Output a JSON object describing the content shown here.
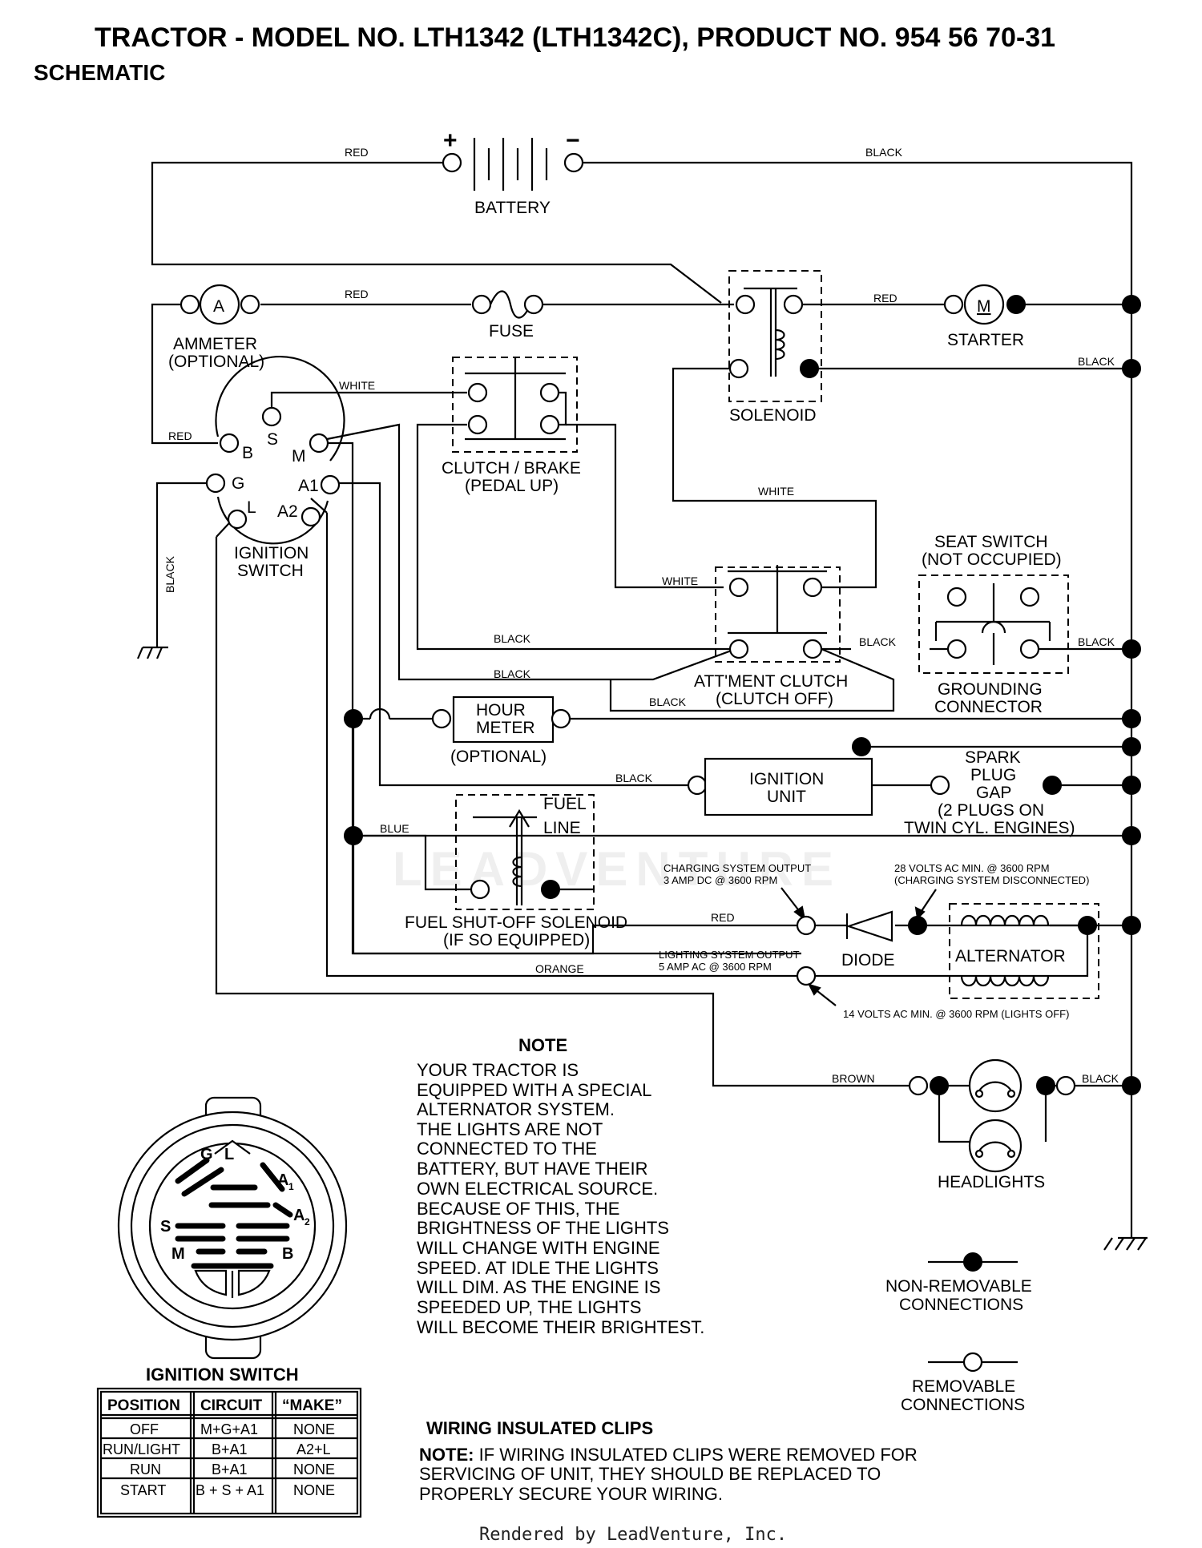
{
  "header": {
    "title": "TRACTOR - MODEL NO. LTH1342 (LTH1342C), PRODUCT NO. 954 56 70-31",
    "subtitle": "SCHEMATIC"
  },
  "battery": {
    "label": "BATTERY",
    "plus": "+",
    "minus": "−"
  },
  "wires": {
    "red": "RED",
    "black": "BLACK",
    "white": "WHITE",
    "blue": "BLUE",
    "orange": "ORANGE",
    "brown": "BROWN"
  },
  "components": {
    "ammeter": {
      "symbol": "A",
      "line1": "AMMETER",
      "line2": "(OPTIONAL)"
    },
    "fuse": "FUSE",
    "solenoid": "SOLENOID",
    "starter": {
      "symbol": "M",
      "label": "STARTER"
    },
    "ignition_switch": {
      "line1": "IGNITION",
      "line2": "SWITCH",
      "terminals": {
        "s": "S",
        "b": "B",
        "m": "M",
        "g": "G",
        "a1": "A1",
        "l": "L",
        "a2": "A2"
      }
    },
    "clutch_brake": {
      "line1": "CLUTCH / BRAKE",
      "line2": "(PEDAL UP)"
    },
    "seat_switch": {
      "line1": "SEAT SWITCH",
      "line2": "(NOT OCCUPIED)"
    },
    "attment_clutch": {
      "line1": "ATT'MENT CLUTCH",
      "line2": "(CLUTCH OFF)"
    },
    "grounding_connector": {
      "line1": "GROUNDING",
      "line2": "CONNECTOR"
    },
    "hour_meter": {
      "line1": "HOUR",
      "line2": "METER",
      "note": "(OPTIONAL)"
    },
    "ignition_unit": {
      "line1": "IGNITION",
      "line2": "UNIT"
    },
    "spark_plug": {
      "line1": "SPARK",
      "line2": "PLUG",
      "line3": "GAP",
      "line4": "(2 PLUGS ON",
      "line5": "TWIN CYL. ENGINES)"
    },
    "fuel_line": {
      "line1": "FUEL",
      "line2": "LINE"
    },
    "fuel_solenoid": {
      "line1": "FUEL SHUT-OFF SOLENOID",
      "line2": "(IF SO EQUIPPED)"
    },
    "charging_output": {
      "line1": "CHARGING SYSTEM OUTPUT",
      "line2": "3 AMP DC @ 3600 RPM"
    },
    "volts28": {
      "line1": "28 VOLTS AC MIN. @ 3600 RPM",
      "line2": "(CHARGING SYSTEM DISCONNECTED)"
    },
    "diode": "DIODE",
    "alternator": "ALTERNATOR",
    "lighting_output": {
      "line1": "LIGHTING SYSTEM OUTPUT",
      "line2": "5 AMP AC @ 3600 RPM"
    },
    "volts14": "14 VOLTS AC MIN. @ 3600 RPM (LIGHTS OFF)",
    "headlights": "HEADLIGHTS"
  },
  "note": {
    "heading": "NOTE",
    "lines": [
      "YOUR TRACTOR IS",
      "EQUIPPED WITH A SPECIAL",
      "ALTERNATOR SYSTEM.",
      "THE LIGHTS ARE NOT",
      "CONNECTED TO THE",
      "BATTERY, BUT HAVE THEIR",
      "OWN ELECTRICAL SOURCE.",
      "BECAUSE OF THIS, THE",
      "BRIGHTNESS OF THE LIGHTS",
      "WILL CHANGE WITH ENGINE",
      "SPEED.  AT IDLE THE LIGHTS",
      "WILL DIM.  AS THE ENGINE IS",
      "SPEEDED UP, THE LIGHTS",
      "WILL BECOME THEIR BRIGHTEST."
    ]
  },
  "legend": {
    "non_removable": {
      "line1": "NON-REMOVABLE",
      "line2": "CONNECTIONS"
    },
    "removable": {
      "line1": "REMOVABLE",
      "line2": "CONNECTIONS"
    }
  },
  "switch_detail": {
    "title": "IGNITION SWITCH",
    "letters": {
      "g": "G",
      "l": "L",
      "a1": "A",
      "a1sub": "1",
      "a2": "A",
      "a2sub": "2",
      "s": "S",
      "m": "M",
      "b": "B"
    }
  },
  "switch_table": {
    "headers": [
      "POSITION",
      "CIRCUIT",
      "“MAKE”"
    ],
    "rows": [
      [
        "OFF",
        "M+G+A1",
        "NONE"
      ],
      [
        "RUN/LIGHT",
        "B+A1",
        "A2+L"
      ],
      [
        "RUN",
        "B+A1",
        "NONE"
      ],
      [
        "START",
        "B + S + A1",
        "NONE"
      ]
    ]
  },
  "clips": {
    "heading": "WIRING INSULATED CLIPS",
    "note_prefix": "NOTE:",
    "line1": " IF WIRING INSULATED CLIPS WERE REMOVED FOR",
    "line2": "SERVICING OF UNIT, THEY SHOULD BE REPLACED TO",
    "line3": "PROPERLY SECURE YOUR WIRING."
  },
  "watermark": "LEADVENTURE",
  "footer": "Rendered by LeadVenture, Inc."
}
